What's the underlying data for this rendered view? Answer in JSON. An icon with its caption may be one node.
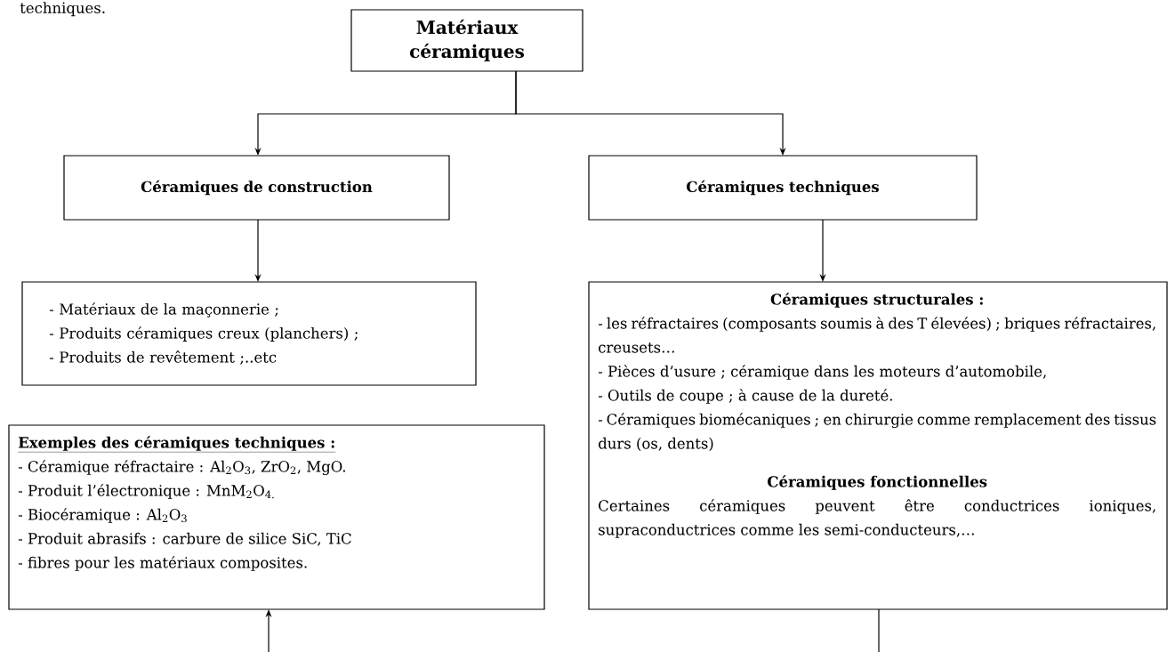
{
  "diagram": {
    "nodes": [
      {
        "text": [
          "Matériaux céramiques"
        ]
      },
      {
        "text": [
          "Céramiques de construction"
        ]
      },
      {
        "text": [
          "Céramiques techniques"
        ]
      },
      {
        "text": [
          "- Matériaux de la maçonnerie ;",
          "- Produits céramiques creux (planchers) ;",
          "- Produits de revêtement ;..etc"
        ]
      },
      {
        "text": [
          "Céramiques structurales :",
          "- les réfractaires (composants soumis à des T élevées) ; briques réfractaires, creusets…",
          "- Pièces d’usure ; céramique dans les moteurs d’automobile,",
          "- Outils de coupe ; à cause de la dureté.",
          "- Céramiques biomécaniques ; en chirurgie comme remplacement des tissus durs (os, dents)",
          "Céramiques fonctionnelles",
          "Certaines céramiques peuvent être conductrices ioniques, supraconductrices comme les semi-conducteurs,…"
        ]
      },
      {
        "text": [
          "Exemples des céramiques techniques :",
          "- Céramique réfractaire : Al$_{2}$O$_{3}$, ZrO$_{2}$, MgO.",
          "- Produit l’électronique : MnM$_{2}$O$_{4.}$",
          "- Biocéramique : Al$_{2}$O$_{3}$",
          "- Produit abrasifs : carbure de silice SiC, TiC",
          "- fibres pour les matériaux composites."
        ]
      }
    ],
    "edges": [
      {
        "from": 0,
        "to": 1,
        "arrow": "to"
      },
      {
        "from": 0,
        "to": 2,
        "arrow": "to"
      },
      {
        "from": 1,
        "to": 3,
        "arrow": "to"
      },
      {
        "from": 2,
        "to": 4,
        "arrow": "to"
      },
      {
        "from": 4,
        "to": null,
        "arrow": "none"
      },
      {
        "from": null,
        "to": 5,
        "arrow": "to"
      }
    ],
    "labels": [
      "techniques."
    ]
  }
}
